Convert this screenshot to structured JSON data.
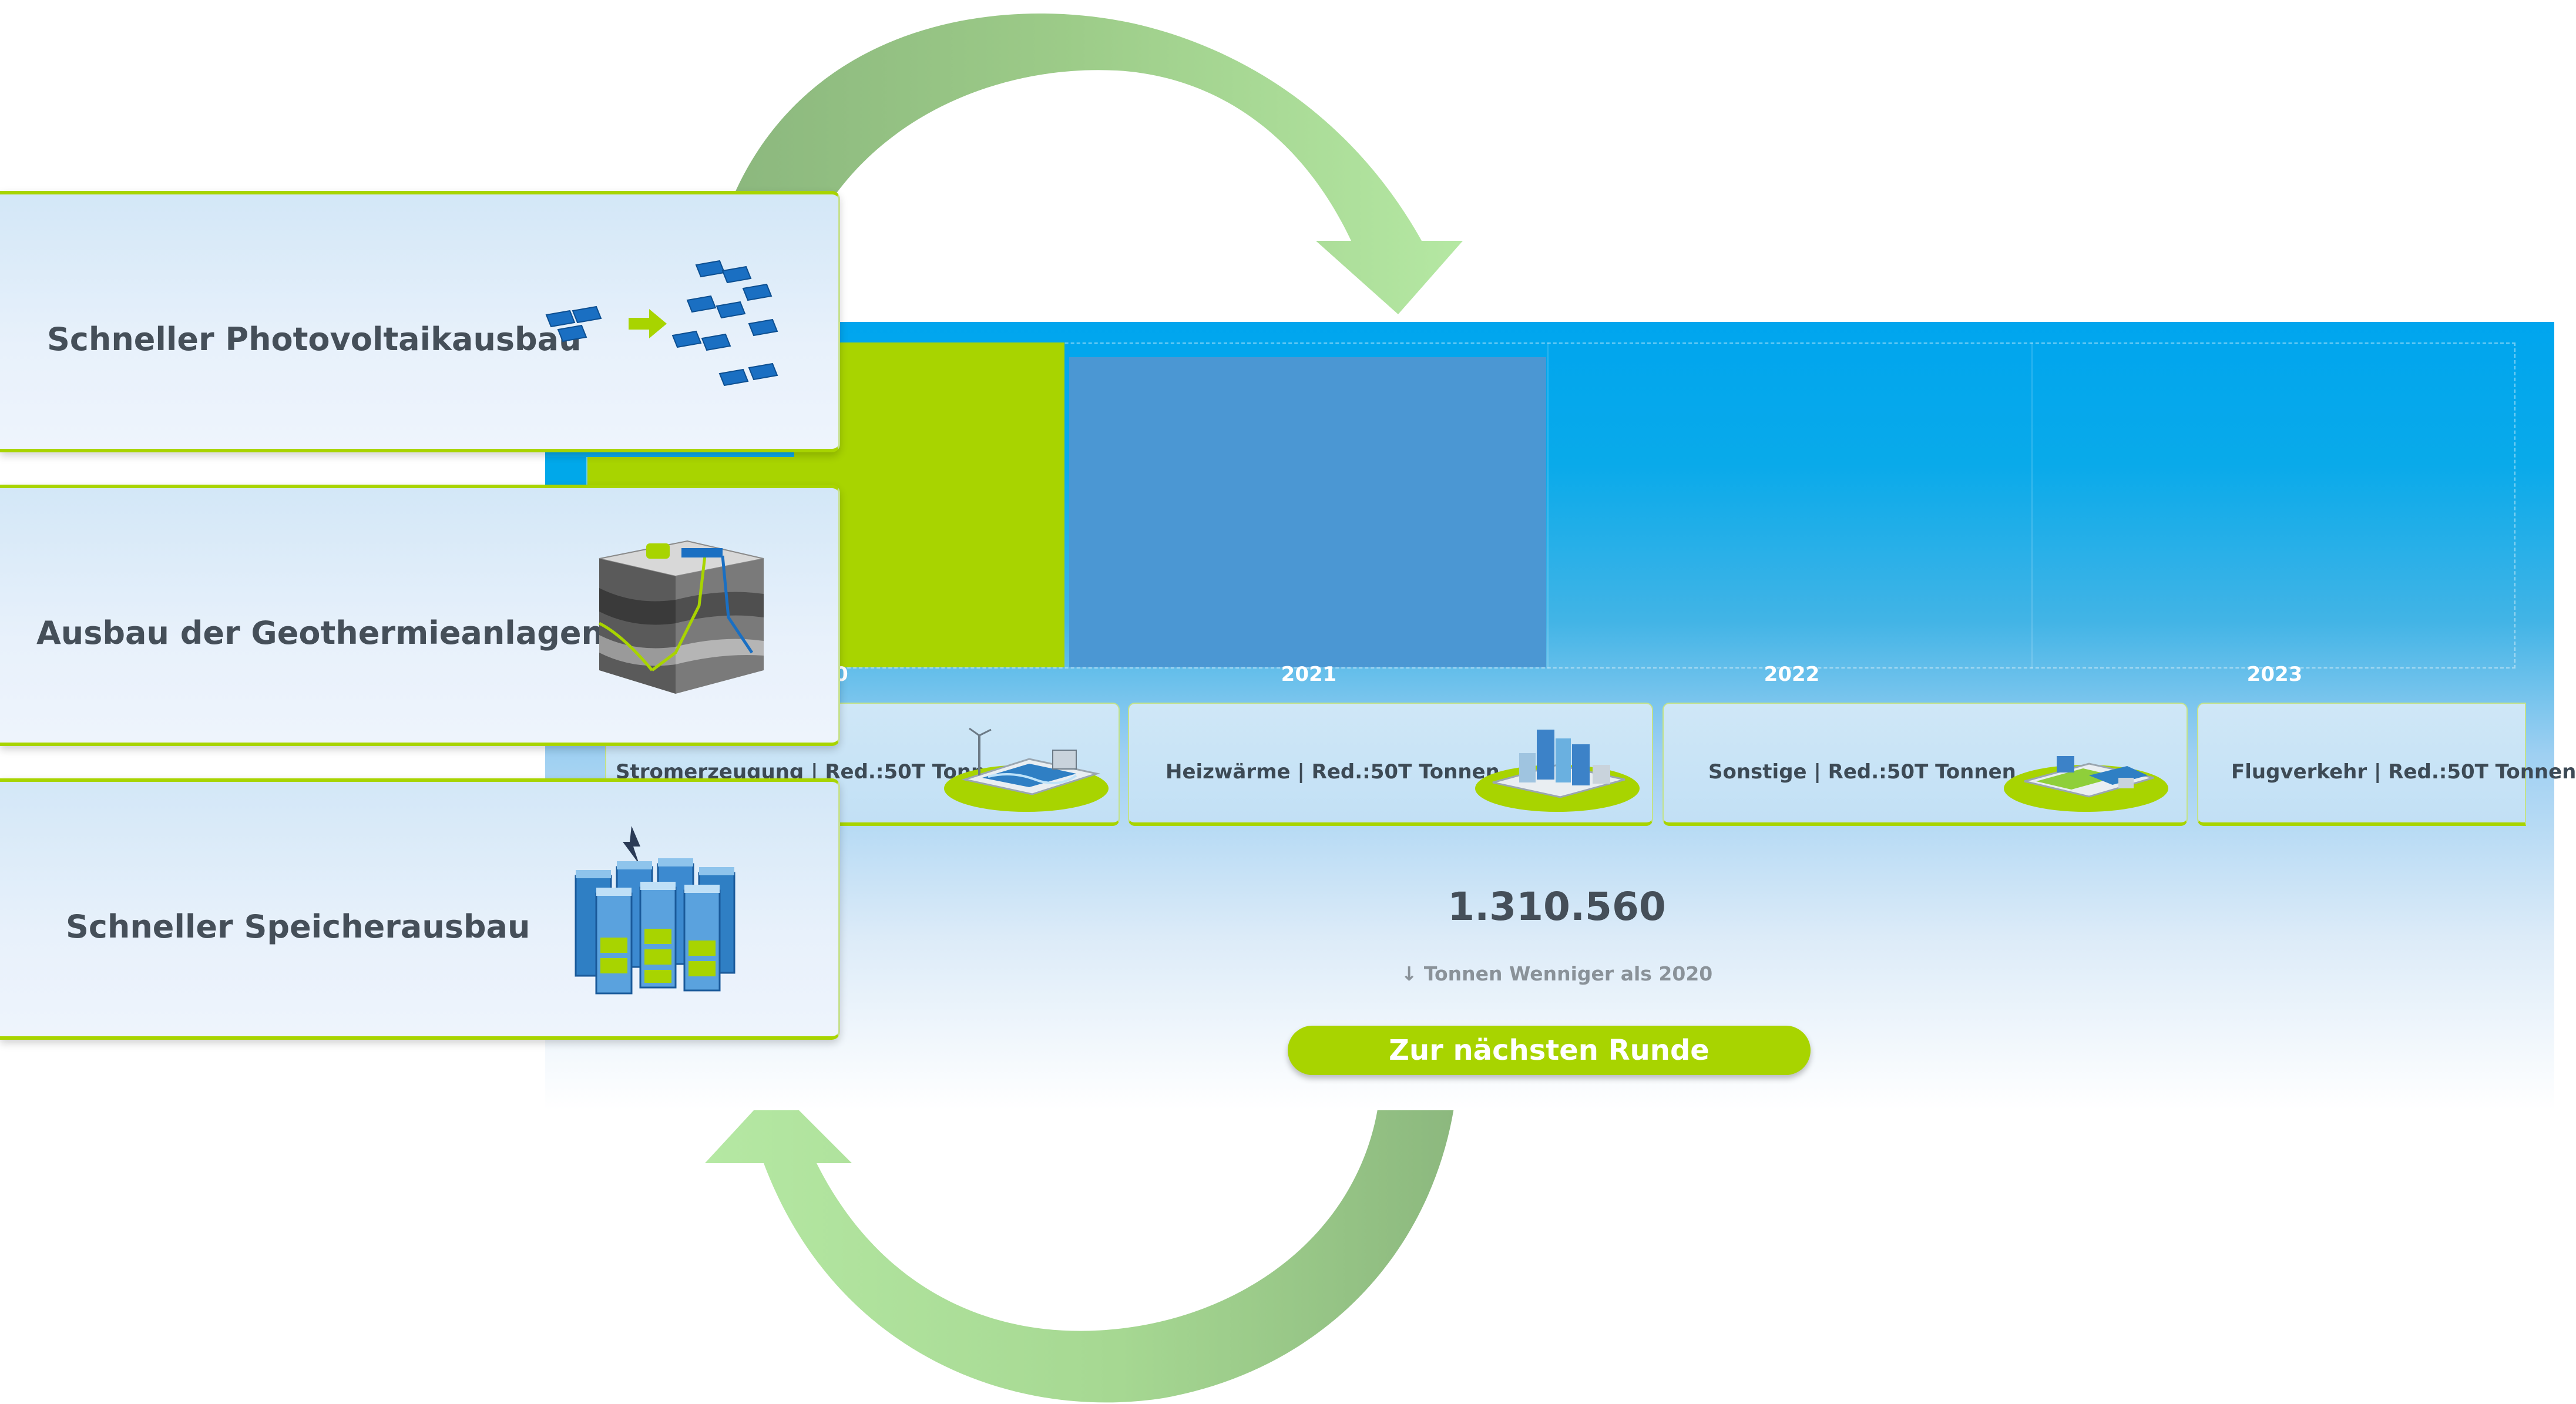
{
  "options": [
    {
      "label": "Schneller Photovoltaikausbau",
      "icon": "solar-panels-icon"
    },
    {
      "label": "Ausbau der Geothermieanlagen",
      "icon": "geothermal-icon"
    },
    {
      "label": "Schneller Speicherausbau",
      "icon": "battery-storage-icon"
    }
  ],
  "chart": {
    "years": [
      "0",
      "2021",
      "2022",
      "2023"
    ]
  },
  "sectors": [
    {
      "label": "Stromerzeugung | Red.:50T Tonnen",
      "icon": "power-plant-icon"
    },
    {
      "label": "Heizwärme | Red.:50T Tonnen",
      "icon": "city-buildings-icon"
    },
    {
      "label": "Sonstige | Red.:50T Tonnen",
      "icon": "farm-field-icon"
    },
    {
      "label": "Flugverkehr | Red.:50T Tonnen",
      "icon": ""
    }
  ],
  "counter": {
    "value": "1.310.560",
    "subtitle": "↓ Tonnen Wenniger als 2020"
  },
  "next_button": "Zur nächsten Runde",
  "colors": {
    "accent_green": "#a8d400",
    "sky_blue": "#00a5ee",
    "bar_blue": "#4b97d3",
    "text_dark": "#454f59"
  }
}
